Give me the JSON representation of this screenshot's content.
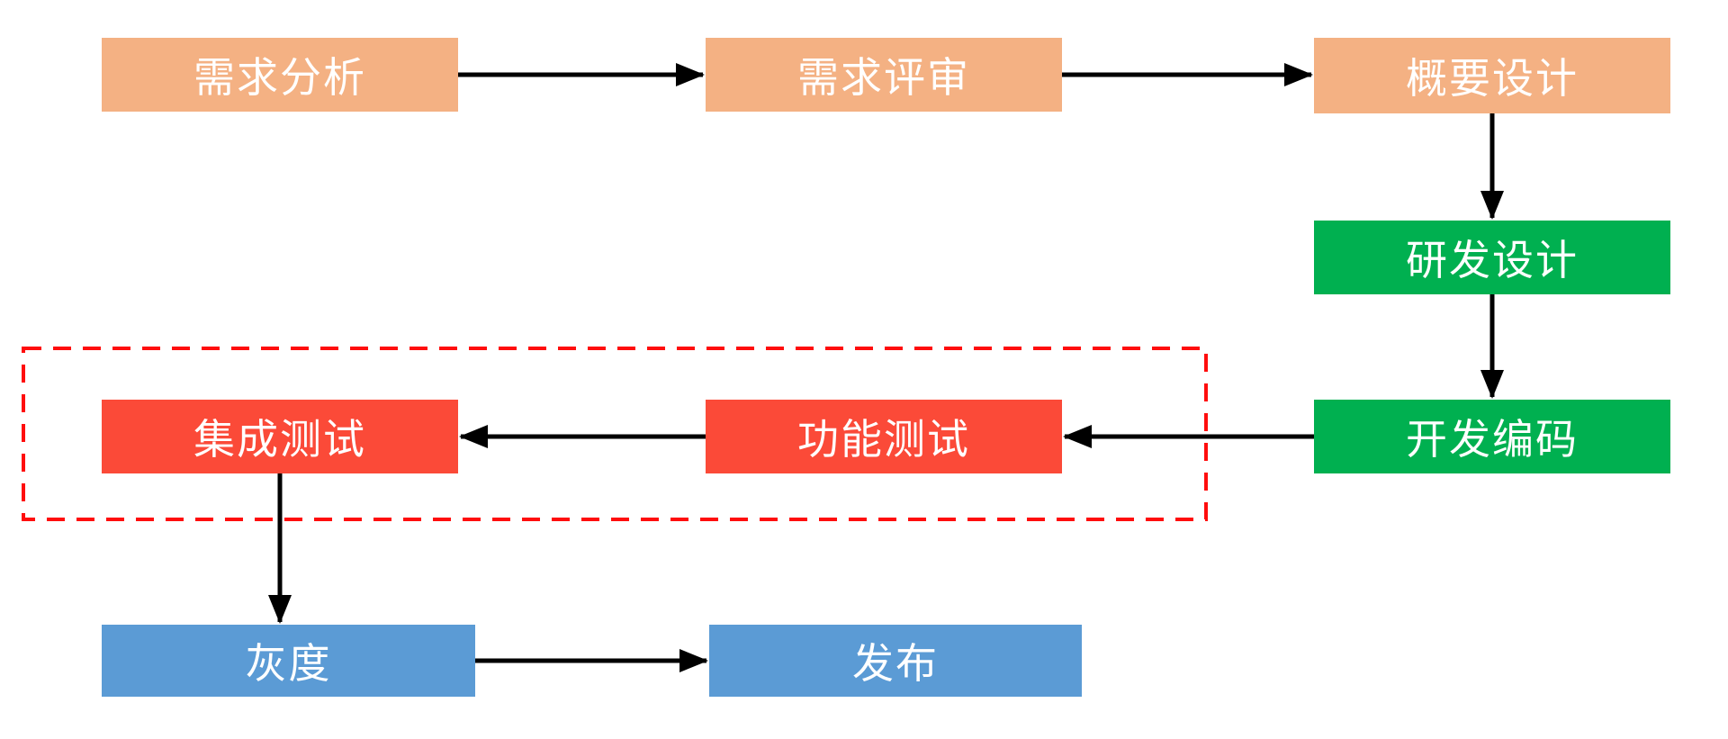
{
  "diagram": {
    "type": "flowchart",
    "description": "Software development process flow"
  },
  "nodes": [
    {
      "id": "requirements-analysis",
      "label": "需求分析",
      "color_key": "orange"
    },
    {
      "id": "requirements-review",
      "label": "需求评审",
      "color_key": "orange"
    },
    {
      "id": "outline-design",
      "label": "概要设计",
      "color_key": "orange"
    },
    {
      "id": "rd-design",
      "label": "研发设计",
      "color_key": "green"
    },
    {
      "id": "dev-coding",
      "label": "开发编码",
      "color_key": "green"
    },
    {
      "id": "functional-test",
      "label": "功能测试",
      "color_key": "red"
    },
    {
      "id": "integration-test",
      "label": "集成测试",
      "color_key": "red"
    },
    {
      "id": "gray-release",
      "label": "灰度",
      "color_key": "blue"
    },
    {
      "id": "release",
      "label": "发布",
      "color_key": "blue"
    }
  ],
  "edges": [
    {
      "from": "需求分析",
      "to": "需求评审",
      "direction": "right"
    },
    {
      "from": "需求评审",
      "to": "概要设计",
      "direction": "right"
    },
    {
      "from": "概要设计",
      "to": "研发设计",
      "direction": "down"
    },
    {
      "from": "研发设计",
      "to": "开发编码",
      "direction": "down"
    },
    {
      "from": "开发编码",
      "to": "功能测试",
      "direction": "left"
    },
    {
      "from": "功能测试",
      "to": "集成测试",
      "direction": "left"
    },
    {
      "from": "集成测试",
      "to": "灰度",
      "direction": "down"
    },
    {
      "from": "灰度",
      "to": "发布",
      "direction": "right"
    }
  ],
  "groups": [
    {
      "name": "test-phase-outline",
      "style": "red-dashed-rectangle",
      "contains": [
        "集成测试",
        "功能测试"
      ]
    }
  ],
  "colors": {
    "orange": "#F4B183",
    "green": "#00B050",
    "red": "#FB4A38",
    "blue": "#5B9BD5",
    "arrow": "#000000",
    "dashed_outline": "#FF0D0D",
    "text": "#FFFFFF",
    "background": "#FFFFFF"
  }
}
